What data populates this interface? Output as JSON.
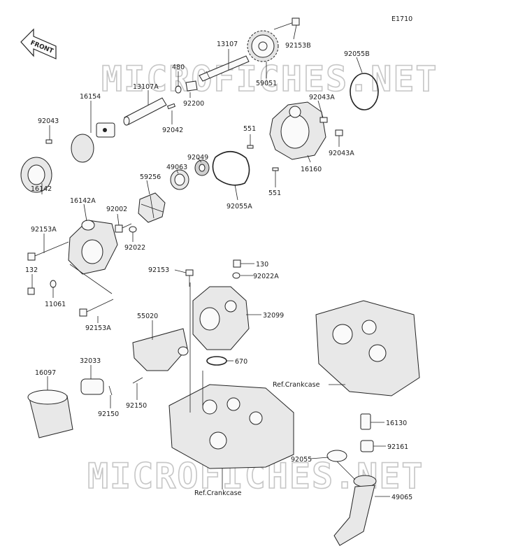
{
  "diagram_id": "E1710",
  "front_label": "FRONT",
  "watermark": "MICROFICHES.NET",
  "parts": {
    "p13107": "13107",
    "p480": "480",
    "p13107A": "13107A",
    "p16154": "16154",
    "p92043": "92043",
    "p92200": "92200",
    "p92042": "92042",
    "p16142": "16142",
    "p92153B": "92153B",
    "p59051": "59051",
    "p92055B": "92055B",
    "p92043A_1": "92043A",
    "p551_1": "551",
    "p92043A_2": "92043A",
    "p16160": "16160",
    "p551_2": "551",
    "p92049": "92049",
    "p49063": "49063",
    "p59256": "59256",
    "p92055A": "92055A",
    "p16142A": "16142A",
    "p92002": "92002",
    "p92153A_1": "92153A",
    "p92022": "92022",
    "p132": "132",
    "p11061": "11061",
    "p92153A_2": "92153A",
    "p92153": "92153",
    "p130": "130",
    "p92022A": "92022A",
    "p32099": "32099",
    "p55020": "55020",
    "p670": "670",
    "p32033": "32033",
    "p16097": "16097",
    "p92150_1": "92150",
    "p92150_2": "92150",
    "pRefCrankcase_1": "Ref.Crankcase",
    "p16130": "16130",
    "p92161": "92161",
    "p92055": "92055",
    "p49065": "49065",
    "pRefCrankcase_2": "Ref.Crankcase"
  }
}
